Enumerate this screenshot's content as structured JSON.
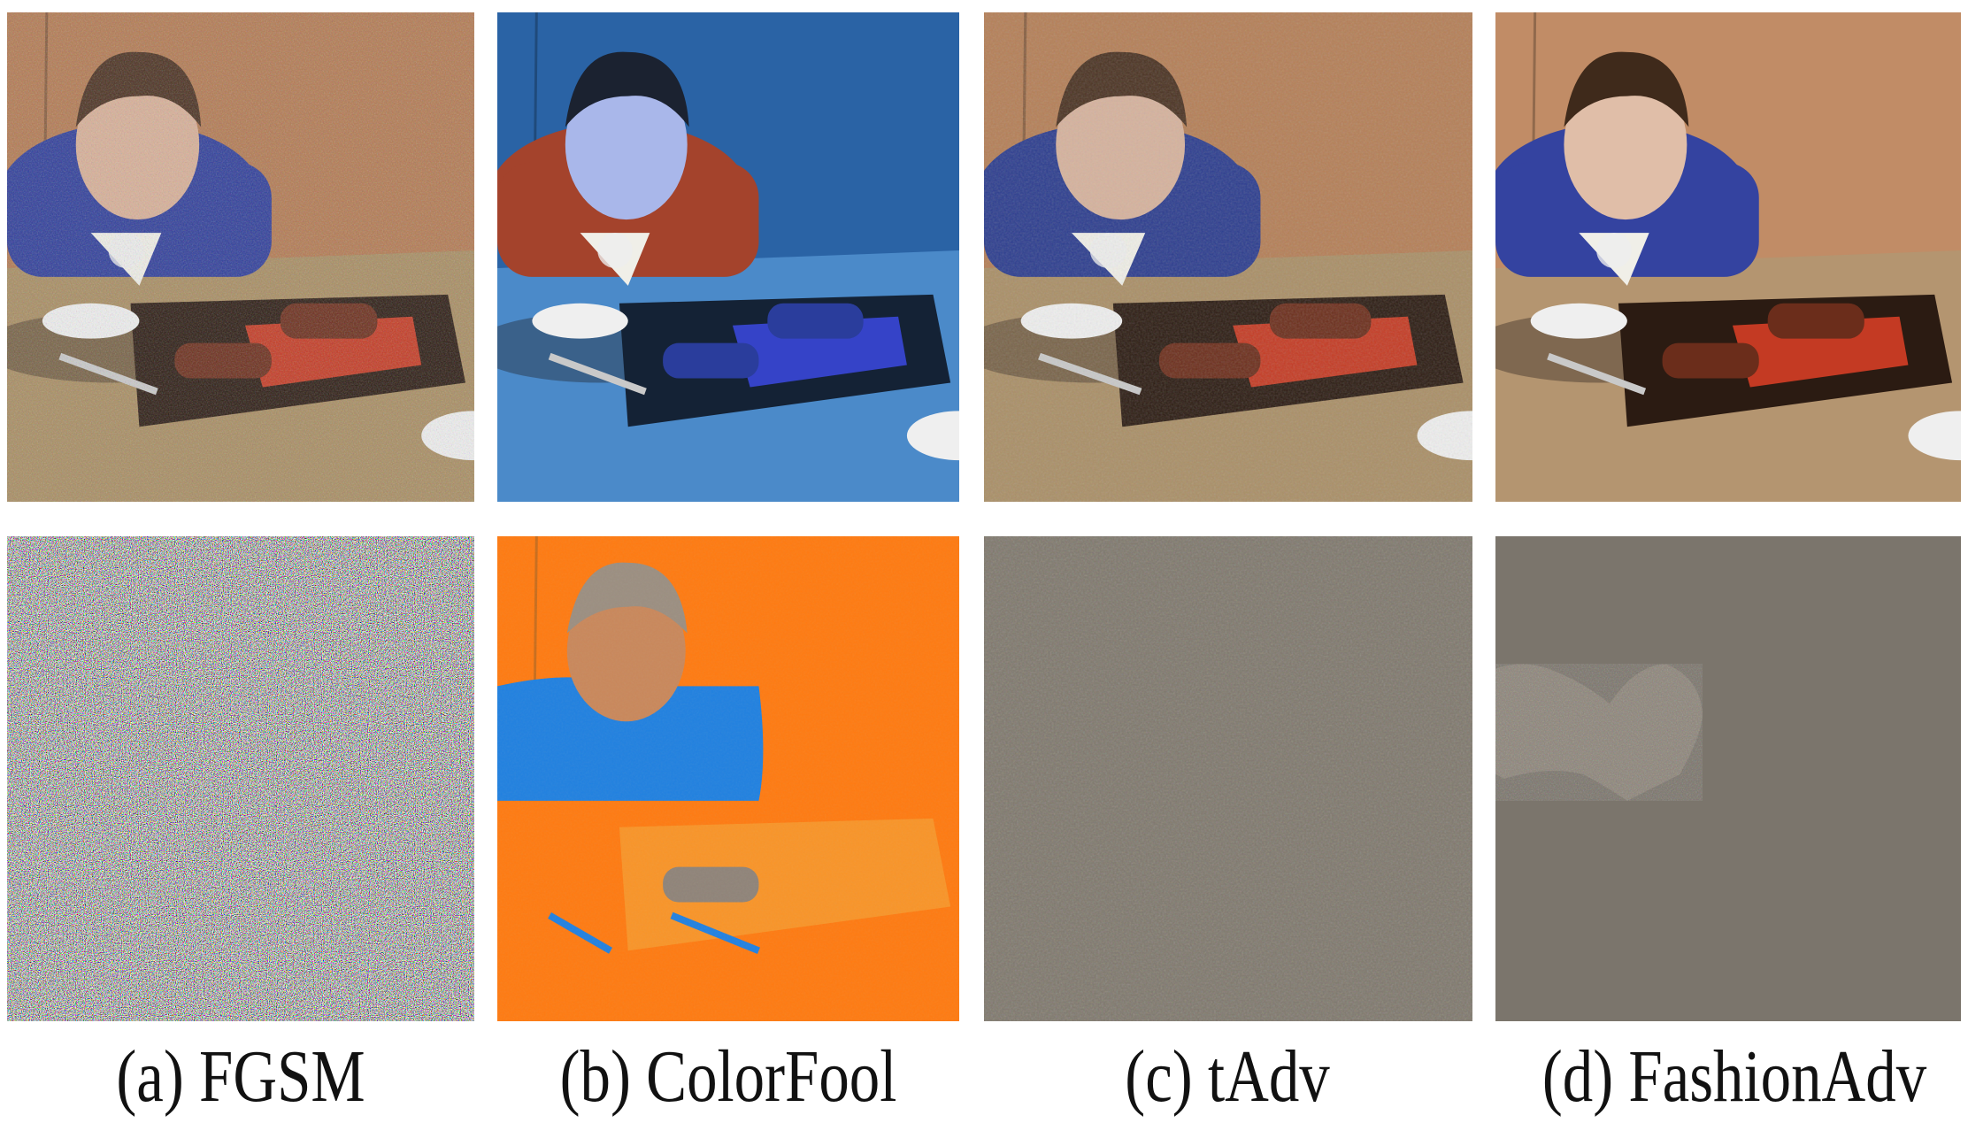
{
  "figure": {
    "columns": [
      {
        "caption": "(a) FGSM"
      },
      {
        "caption": "(b) ColorFool"
      },
      {
        "caption": "(c) tAdv"
      },
      {
        "caption": "(d) FashionAdv"
      }
    ]
  },
  "colors": {
    "wall_original": "#b47e56",
    "wall_colorfool": "#2a63a5",
    "perturb_colorfool": "#ff7a10",
    "perturb_gray": "#7d766b"
  }
}
